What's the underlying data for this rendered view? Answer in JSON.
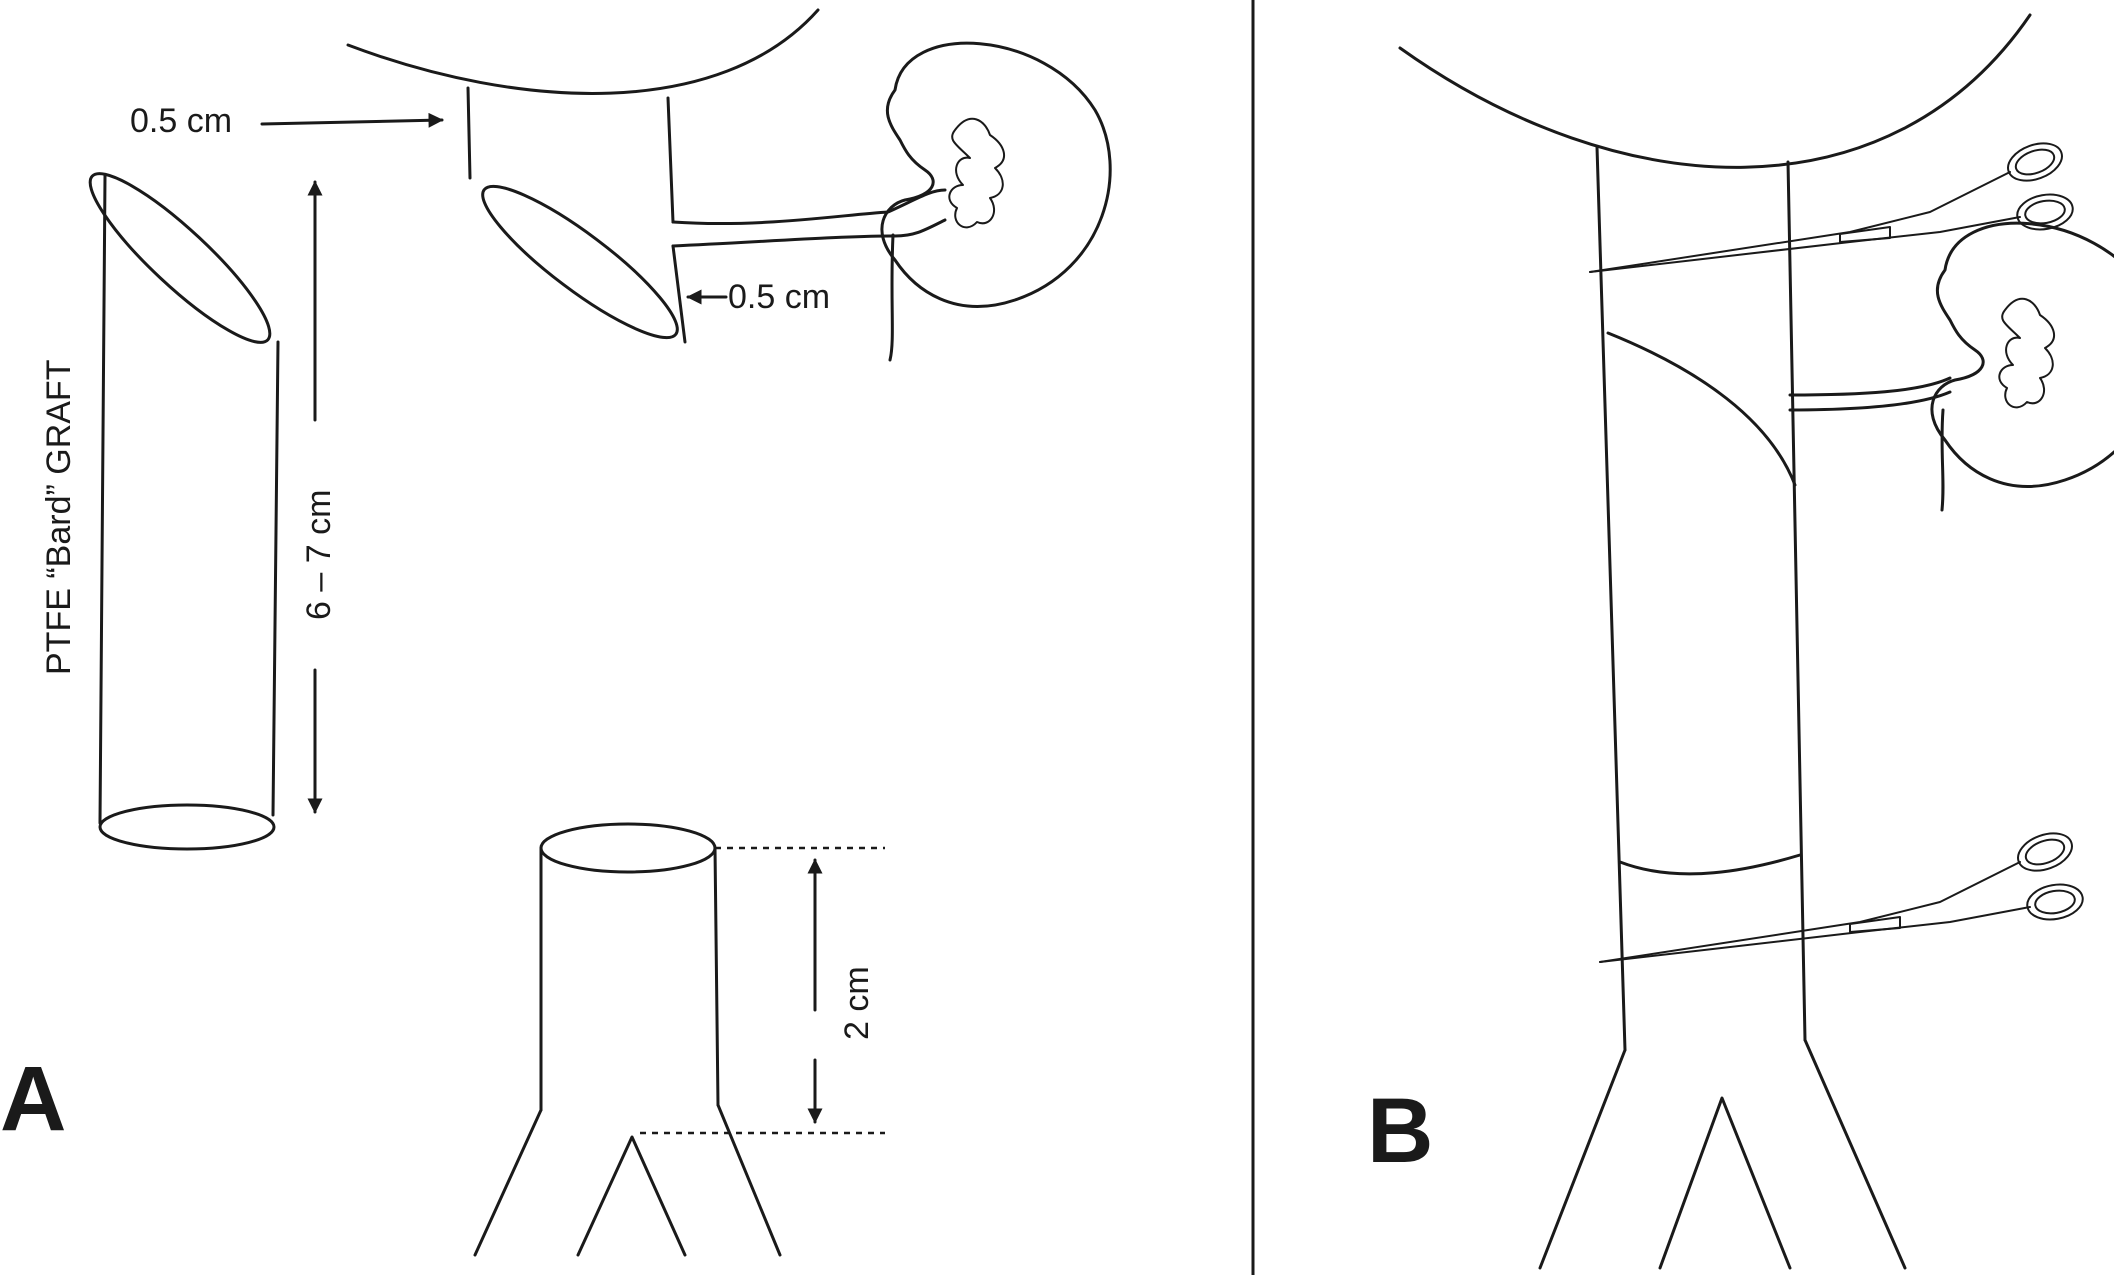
{
  "panels": {
    "a": {
      "letter": "A"
    },
    "b": {
      "letter": "B"
    }
  },
  "labels": {
    "graft_name": "PTFE “Bard” GRAFT",
    "graft_length": "6 – 7 cm",
    "top_offset": "0.5 cm",
    "side_offset": "0.5 cm",
    "infrarenal_length": "2 cm"
  }
}
